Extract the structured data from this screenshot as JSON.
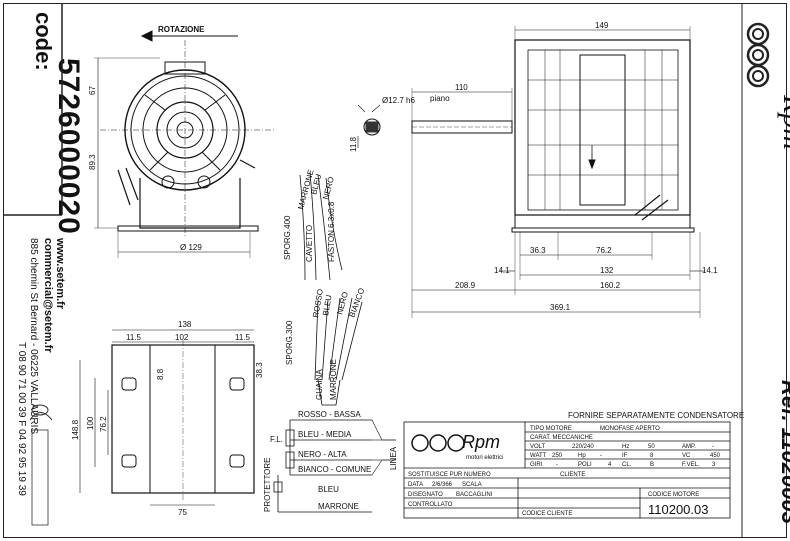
{
  "sidebar": {
    "code_label": "code:",
    "code_value": "5726000020",
    "website": "www.setem.fr",
    "email": "commercial@setem.fr",
    "address": "885 chemin St Bernard - 06225 VALLAURIS",
    "phone": "T 08 90 71 00 39  F 04 92 95 19 39"
  },
  "right_panel": {
    "brand": "Rpm",
    "ref_label": "Réf. 11020003"
  },
  "front_view": {
    "rotation_label": "ROTAZIONE",
    "dim_67": "67",
    "dim_89_3": "89.3",
    "dim_diameter": "Ø 129"
  },
  "cable_top": {
    "spec1": "SPORG.400",
    "spec2": "CAVETTO",
    "spec3": "FASTON 6.3x0.8",
    "wire_marrone": "MARRONE",
    "wire_bleu": "BLEU",
    "wire_nero": "NERO"
  },
  "shaft": {
    "diam": "Ø12.7 h6",
    "length": "110",
    "flat": "piano",
    "dim_11_8": "11.8"
  },
  "side_view": {
    "dim_149": "149",
    "dim_36_3": "36.3",
    "dim_76_2": "76.2",
    "dim_132": "132",
    "dim_14_1_left": "14.1",
    "dim_14_1_right": "14.1",
    "dim_208_9": "208.9",
    "dim_160_2": "160.2",
    "dim_369_1": "369.1"
  },
  "bottom_view": {
    "dim_138": "138",
    "dim_11_5_left": "11.5",
    "dim_102": "102",
    "dim_11_5_right": "11.5",
    "dim_8_8": "8.8",
    "dim_38_3": "38.3",
    "dim_100": "100",
    "dim_148_8": "148.8",
    "dim_76_2": "76.2",
    "dim_75": "75"
  },
  "cable_bottom": {
    "spec": "SPORG.300",
    "wires": [
      "ROSSO",
      "BLEU",
      "NERO",
      "BIANCO",
      "GUAINA",
      "MARRONE"
    ]
  },
  "wiring": {
    "rosso": "ROSSO - BASSA",
    "bleu": "BLEU - MEDIA",
    "nero": "NERO - ALTA",
    "bianco": "BIANCO - COMUNE",
    "bleu2": "BLEU",
    "marrone": "MARRONE",
    "linea": "LINEA",
    "fl": "F.L.",
    "protettore": "PROTETTORE"
  },
  "title_block": {
    "note": "FORNIRE SEPARATAMENTE CONDENSATORE",
    "logo": "Rpm",
    "logo_sub": "motori elettrici",
    "tipo_motore_label": "TIPO MOTORE",
    "tipo_motore": "MONOFASE APERTO",
    "carat_label": "CARAT. MECCANICHE",
    "volt_label": "VOLT",
    "volt": "220/240",
    "hz_label": "Hz",
    "hz": "50",
    "amp_label": "AMP.",
    "amp": "-",
    "watt_label": "WATT",
    "watt": "250",
    "hp_label": "Hp",
    "hp": "-",
    "if_label": "IF",
    "if": "8",
    "vc_label": "VC",
    "vc": "450",
    "giri_label": "GIRI",
    "giri": "-",
    "poli_label": "POLI",
    "poli": "4",
    "cl_label": "CL.",
    "cl": "B",
    "f_vel_label": "F.VEL.",
    "f_vel": "3",
    "sostituisce": "SOSTITUISCE PUR NUMERO",
    "cliente": "CLIENTE",
    "data_label": "DATA",
    "data": "2/6/366",
    "scala_label": "SCALA",
    "codice_motore_label": "CODICE MOTORE",
    "disegnato_label": "DISEGNATO",
    "disegnato": "BACCAGLINI",
    "controllato_label": "CONTROLLATO",
    "codice_cliente_label": "CODICE CLIENTE",
    "codice_motore": "110200.03"
  }
}
